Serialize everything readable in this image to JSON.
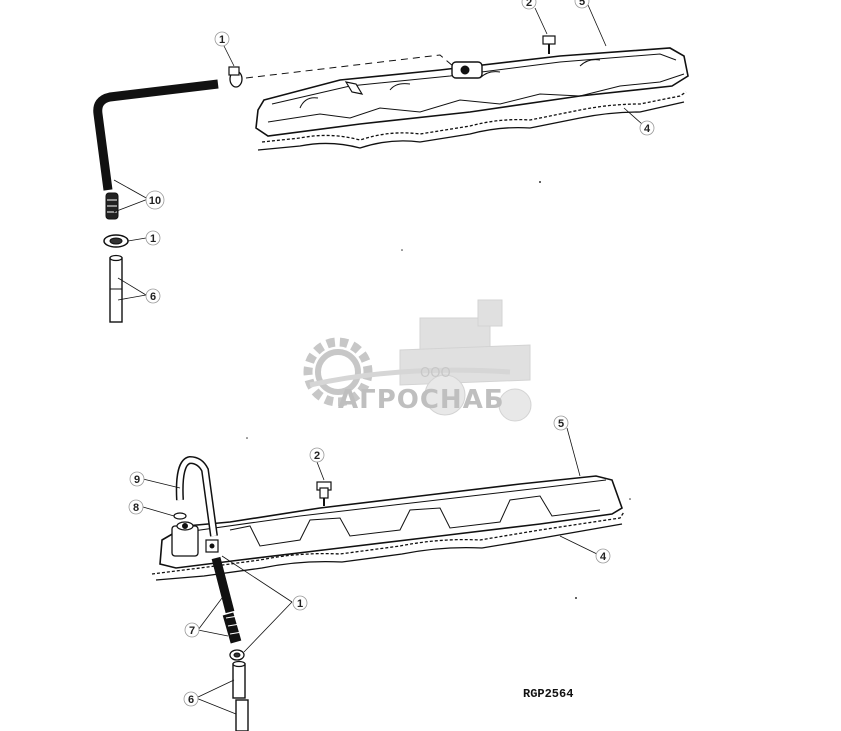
{
  "diagram": {
    "reference_code": "RGP2564",
    "watermark": {
      "company_prefix": "ООО",
      "company_name": "АГРОСНАБ"
    },
    "top_assembly": {
      "callouts": [
        "1",
        "2",
        "5",
        "4",
        "10",
        "1",
        "6"
      ]
    },
    "bottom_assembly": {
      "callouts": [
        "2",
        "5",
        "9",
        "8",
        "4",
        "1",
        "7",
        "6"
      ]
    }
  }
}
